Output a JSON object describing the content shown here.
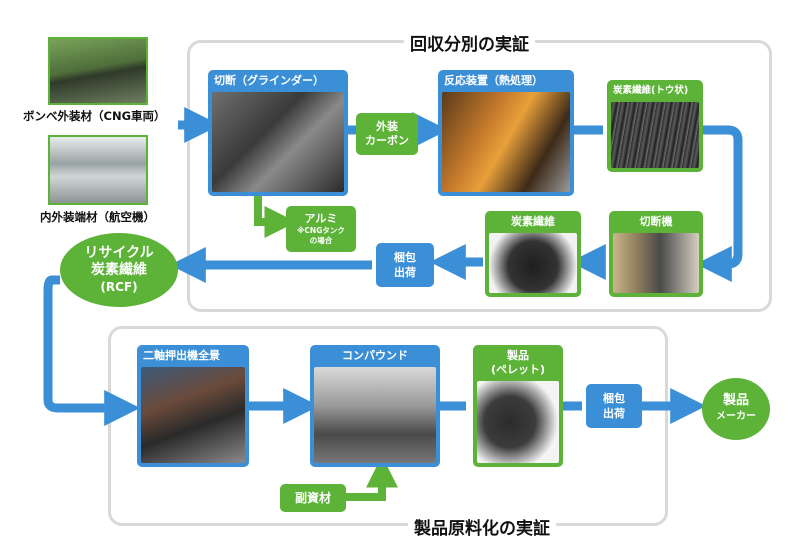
{
  "sections": {
    "recovery_title": "回収分別の実証",
    "material_title": "製品原料化の実証"
  },
  "sources": {
    "cng_label": "ボンベ外装材（CNG車両）",
    "aircraft_label": "内外装端材（航空機）"
  },
  "recovery_steps": {
    "cutting": "切断（グラインダー）",
    "reactor": "反応装置（熱処理）",
    "carbon_tow": "炭素繊維(トウ状)",
    "cutter": "切断機",
    "fiber": "炭素繊維"
  },
  "labels": {
    "outer_carbon_line1": "外装",
    "outer_carbon_line2": "カーボン",
    "aluminum_line1": "アルミ",
    "aluminum_line2": "※CNGタンク",
    "aluminum_line3": "の場合",
    "pack_ship_1_line1": "梱包",
    "pack_ship_1_line2": "出荷",
    "pack_ship_2_line1": "梱包",
    "pack_ship_2_line2": "出荷",
    "additive": "副資材"
  },
  "rcf": {
    "line1": "リサイクル",
    "line2": "炭素繊維",
    "line3": "(RCF)"
  },
  "material_steps": {
    "extruder": "二軸押出機全景",
    "compound": "コンパウンド",
    "product_line1": "製品",
    "product_line2": "(ペレット)"
  },
  "maker": {
    "line1": "製品",
    "line2": "メーカー"
  },
  "colors": {
    "blue": "#3b8fd6",
    "green": "#5cb338",
    "frame": "#d9d9d9"
  }
}
